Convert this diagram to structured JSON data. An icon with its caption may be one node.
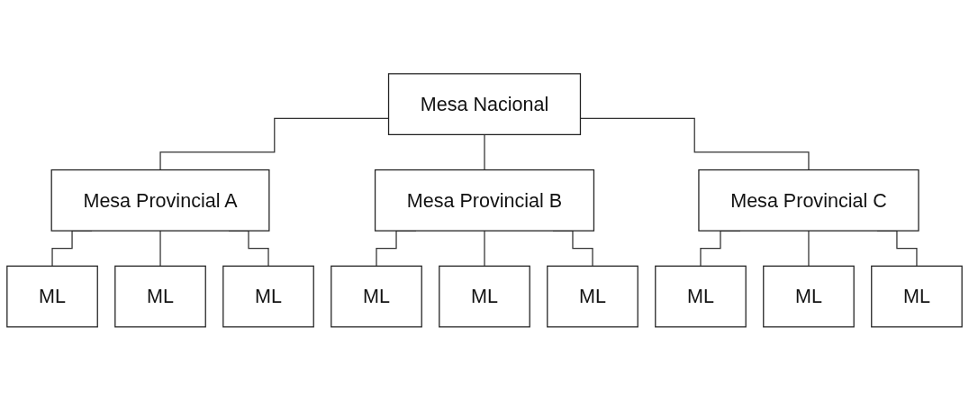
{
  "diagram": {
    "nodes": [
      {
        "text": [
          "Mesa Nacional"
        ]
      },
      {
        "text": [
          "Mesa Provincial A"
        ]
      },
      {
        "text": [
          "Mesa Provincial B"
        ]
      },
      {
        "text": [
          "Mesa Provincial C"
        ]
      },
      {
        "text": [
          "ML"
        ]
      },
      {
        "text": [
          "ML"
        ]
      },
      {
        "text": [
          "ML"
        ]
      },
      {
        "text": [
          "ML"
        ]
      },
      {
        "text": [
          "ML"
        ]
      },
      {
        "text": [
          "ML"
        ]
      },
      {
        "text": [
          "ML"
        ]
      },
      {
        "text": [
          "ML"
        ]
      },
      {
        "text": [
          "ML"
        ]
      }
    ],
    "edges": [
      {
        "from": 0,
        "to": 1,
        "arrow": "none"
      },
      {
        "from": 0,
        "to": 2,
        "arrow": "none"
      },
      {
        "from": 0,
        "to": 3,
        "arrow": "none"
      },
      {
        "from": 1,
        "to": 4,
        "arrow": "none"
      },
      {
        "from": 1,
        "to": 5,
        "arrow": "none"
      },
      {
        "from": 1,
        "to": 6,
        "arrow": "none"
      },
      {
        "from": 2,
        "to": 7,
        "arrow": "none"
      },
      {
        "from": 2,
        "to": 8,
        "arrow": "none"
      },
      {
        "from": 2,
        "to": 9,
        "arrow": "none"
      },
      {
        "from": 3,
        "to": 10,
        "arrow": "none"
      },
      {
        "from": 3,
        "to": 11,
        "arrow": "none"
      },
      {
        "from": 3,
        "to": 12,
        "arrow": "none"
      }
    ]
  }
}
